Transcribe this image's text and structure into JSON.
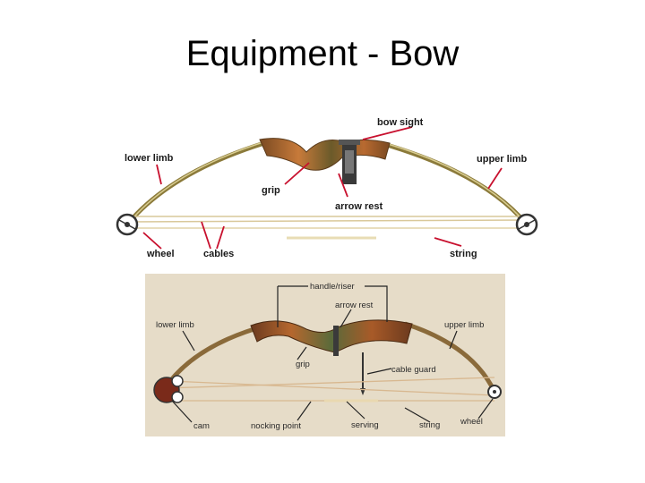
{
  "title": "Equipment - Bow",
  "top_diagram": {
    "labels": {
      "bow_sight": "bow sight",
      "lower_limb": "lower limb",
      "upper_limb": "upper limb",
      "grip": "grip",
      "arrow_rest": "arrow rest",
      "wheel": "wheel",
      "cables": "cables",
      "string": "string"
    },
    "colors": {
      "leader": "#c8102e",
      "limb": "#8b7a3a",
      "riser": "#9b5a2a",
      "string": "#d9c89a"
    }
  },
  "bottom_diagram": {
    "labels": {
      "handle_riser": "handle/riser",
      "arrow_rest": "arrow rest",
      "lower_limb": "lower limb",
      "upper_limb": "upper limb",
      "grip": "grip",
      "cable_guard": "cable guard",
      "cam": "cam",
      "nocking_point": "nocking point",
      "serving": "serving",
      "string": "string",
      "wheel": "wheel"
    },
    "colors": {
      "background": "#e6dcc8",
      "leader": "#222222"
    }
  }
}
